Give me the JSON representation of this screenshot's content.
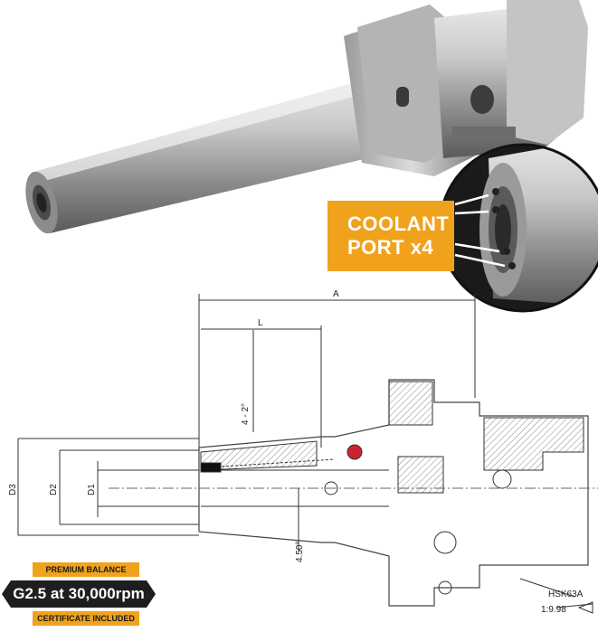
{
  "callout": {
    "line1": "COOLANT",
    "line2": "PORT x4"
  },
  "dimensions": {
    "A": "A",
    "L": "L",
    "angle": "4 - 2°",
    "D1": "D1",
    "D2": "D2",
    "D3": "D3",
    "taper": "4.50°",
    "hsk": "HSK63A",
    "ratio": "1:9.98"
  },
  "badge": {
    "top": "PREMIUM BALANCE",
    "main": "G2.5 at 30,000rpm",
    "bottom": "CERTIFICATE INCLUDED"
  },
  "colors": {
    "accent": "#f0a21d",
    "dark": "#1e1e1e"
  }
}
